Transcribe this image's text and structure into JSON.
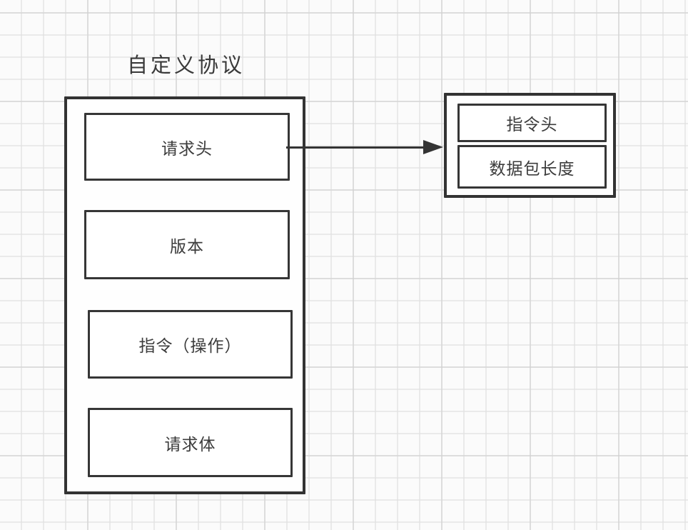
{
  "diagram": {
    "title": "自定义协议",
    "left_container": {
      "boxes": [
        {
          "label": "请求头"
        },
        {
          "label": "版本"
        },
        {
          "label": "指令（操作）"
        },
        {
          "label": "请求体"
        }
      ]
    },
    "right_container": {
      "boxes": [
        {
          "label": "指令头"
        },
        {
          "label": "数据包长度"
        }
      ]
    },
    "connector": {
      "from": "请求头",
      "to": "指令头/数据包长度",
      "direction": "right"
    },
    "colors": {
      "stroke": "#333333",
      "text": "#3a3a3a",
      "box_fill": "#ffffff",
      "grid_line": "#e3e3e3",
      "background": "#fbfbfb"
    }
  }
}
